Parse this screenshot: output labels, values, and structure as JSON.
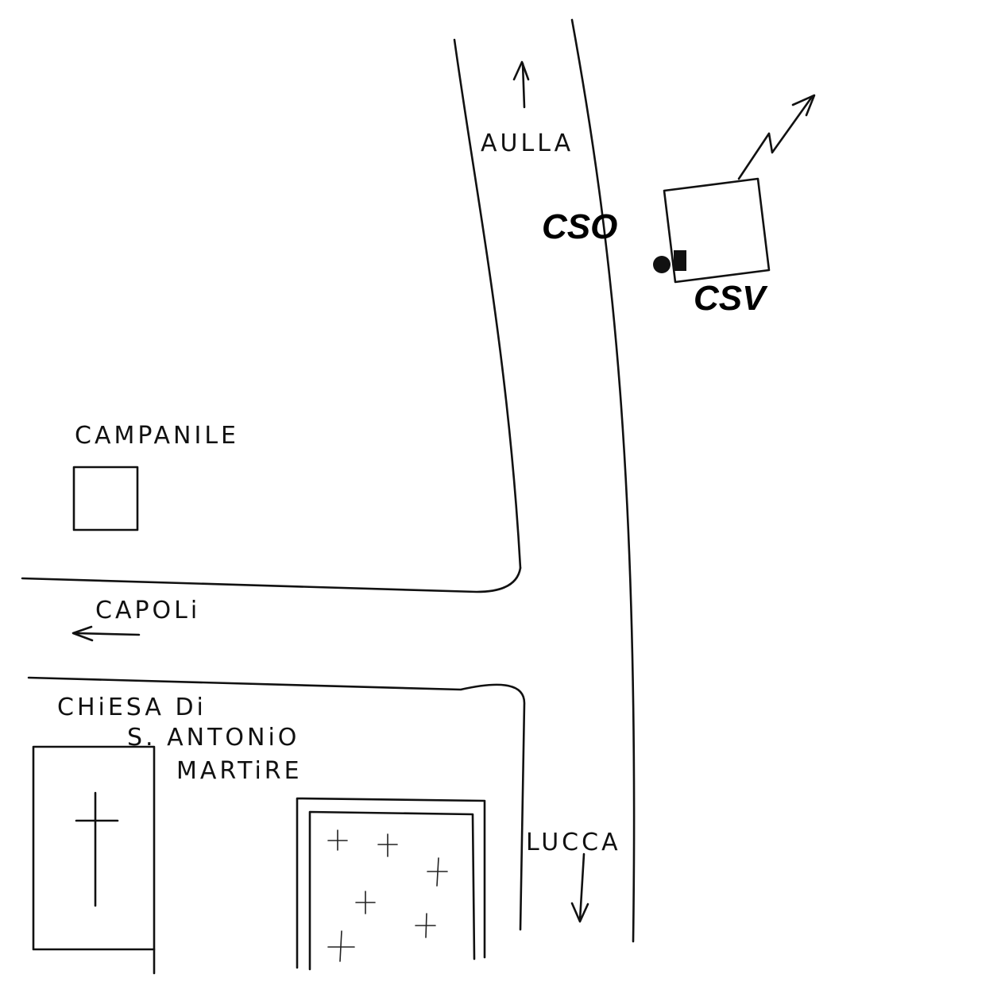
{
  "labels": {
    "aulla": "AULLA",
    "cso": "CSO",
    "csv": "CSV",
    "campanile": "CAMPANILE",
    "capoli": "CAPOLi",
    "chiesa_line1": "CHiESA Di",
    "chiesa_line2": "S. ANTONiO",
    "chiesa_line3": "MARTiRE",
    "lucca": "LUCCA"
  },
  "icons": {
    "north": "lightning-north-arrow-icon",
    "cross": "cross-icon",
    "station": "station-dot-icon"
  }
}
